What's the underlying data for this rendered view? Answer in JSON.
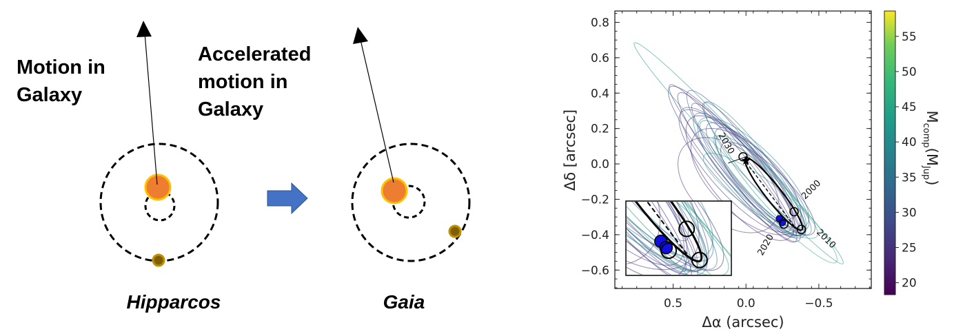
{
  "diagram": {
    "motion_label": [
      "Motion in",
      "Galaxy"
    ],
    "accel_label": [
      "Accelerated",
      "motion in",
      "Galaxy"
    ],
    "hipparcos_label": "Hipparcos",
    "gaia_label": "Gaia",
    "colors": {
      "star_fill": "#ED7D31",
      "star_ring": "#FFC000",
      "companion_fill": "#7F6000",
      "companion_ring": "#BF9000",
      "arrow_blue": "#4472C4"
    }
  },
  "chart_data": {
    "type": "scatter",
    "xlabel": "Δα (arcsec)",
    "ylabel": "Δδ [arcsec]",
    "xlim": [
      0.9,
      -0.86
    ],
    "ylim": [
      -0.704,
      0.864
    ],
    "xticks": [
      0.5,
      0.0,
      -0.5
    ],
    "xtick_labels": [
      "0.5",
      "0.0",
      "−0.5"
    ],
    "yticks": [
      0.8,
      0.6,
      0.4,
      0.2,
      0.0,
      -0.2,
      -0.4,
      -0.6
    ],
    "ytick_labels": [
      "0.8",
      "0.6",
      "0.4",
      "0.2",
      "0.0",
      "−0.2",
      "−0.4",
      "−0.6"
    ],
    "colorbar": {
      "label_main": "M",
      "label_sub": "comp",
      "label_unit": "(M",
      "label_unit_sub": "Jup",
      "label_close": ")",
      "range": [
        18.3,
        58.6
      ],
      "ticks": [
        20,
        25,
        30,
        35,
        40,
        45,
        50,
        55
      ],
      "tick_labels": [
        "20",
        "25",
        "30",
        "35",
        "40",
        "45",
        "50",
        "55"
      ]
    },
    "orbits": [
      {
        "cx": 0.05,
        "cy": 0.06,
        "a": 0.95,
        "b": 0.07,
        "angle": 41,
        "mass": 42
      },
      {
        "cx": 0.08,
        "cy": 0.0,
        "a": 0.62,
        "b": 0.12,
        "angle": 44,
        "mass": 26
      },
      {
        "cx": 0.02,
        "cy": -0.05,
        "a": 0.55,
        "b": 0.14,
        "angle": 40,
        "mass": 30
      },
      {
        "cx": 0.06,
        "cy": -0.02,
        "a": 0.58,
        "b": 0.1,
        "angle": 46,
        "mass": 24
      },
      {
        "cx": -0.02,
        "cy": -0.06,
        "a": 0.5,
        "b": 0.13,
        "angle": 42,
        "mass": 35
      },
      {
        "cx": 0.0,
        "cy": -0.03,
        "a": 0.52,
        "b": 0.09,
        "angle": 45,
        "mass": 28
      },
      {
        "cx": -0.05,
        "cy": -0.05,
        "a": 0.47,
        "b": 0.15,
        "angle": 38,
        "mass": 38
      },
      {
        "cx": 0.04,
        "cy": -0.08,
        "a": 0.48,
        "b": 0.18,
        "angle": 43,
        "mass": 22
      },
      {
        "cx": -0.08,
        "cy": -0.07,
        "a": 0.45,
        "b": 0.12,
        "angle": 40,
        "mass": 33
      },
      {
        "cx": 0.1,
        "cy": 0.02,
        "a": 0.6,
        "b": 0.08,
        "angle": 45,
        "mass": 27
      },
      {
        "cx": -0.1,
        "cy": -0.1,
        "a": 0.42,
        "b": 0.13,
        "angle": 44,
        "mass": 31
      },
      {
        "cx": 0.0,
        "cy": -0.1,
        "a": 0.44,
        "b": 0.2,
        "angle": 35,
        "mass": 25
      },
      {
        "cx": -0.12,
        "cy": -0.12,
        "a": 0.42,
        "b": 0.1,
        "angle": 40,
        "mass": 36
      },
      {
        "cx": 0.03,
        "cy": 0.0,
        "a": 0.55,
        "b": 0.11,
        "angle": 48,
        "mass": 29
      },
      {
        "cx": -0.06,
        "cy": -0.02,
        "a": 0.5,
        "b": 0.1,
        "angle": 47,
        "mass": 40
      },
      {
        "cx": -0.15,
        "cy": -0.14,
        "a": 0.4,
        "b": 0.12,
        "angle": 38,
        "mass": 23
      },
      {
        "cx": -0.1,
        "cy": -0.18,
        "a": 0.45,
        "b": 0.1,
        "angle": 30,
        "mass": 44
      },
      {
        "cx": 0.07,
        "cy": -0.04,
        "a": 0.5,
        "b": 0.15,
        "angle": 41,
        "mass": 26
      },
      {
        "cx": -0.02,
        "cy": 0.02,
        "a": 0.45,
        "b": 0.08,
        "angle": 46,
        "mass": 32
      },
      {
        "cx": 0.12,
        "cy": -0.12,
        "a": 0.38,
        "b": 0.22,
        "angle": 30,
        "mass": 24
      },
      {
        "cx": -0.2,
        "cy": -0.2,
        "a": 0.55,
        "b": 0.09,
        "angle": 40,
        "mass": 47
      },
      {
        "cx": -0.04,
        "cy": -0.08,
        "a": 0.47,
        "b": 0.11,
        "angle": 42,
        "mass": 34
      }
    ],
    "best_orbit": {
      "cx": -0.19,
      "cy": -0.17,
      "a": 0.28,
      "b": 0.05,
      "angle": 46
    },
    "dashed_line": [
      [
        0.0,
        0.01
      ],
      [
        -0.33,
        -0.35
      ]
    ],
    "host_star": [
      0.0,
      0.02
    ],
    "epoch_markers": [
      {
        "year": "2030",
        "x": 0.02,
        "y": 0.04
      },
      {
        "year": "2000",
        "x": -0.33,
        "y": -0.27
      },
      {
        "year": "2010",
        "x": -0.38,
        "y": -0.37
      },
      {
        "year": "2020",
        "x": -0.26,
        "y": -0.34
      }
    ],
    "observations": [
      [
        -0.23,
        -0.31
      ],
      [
        -0.25,
        -0.33
      ]
    ],
    "year_labels": [
      "2030",
      "2000",
      "2020",
      "2010"
    ]
  }
}
